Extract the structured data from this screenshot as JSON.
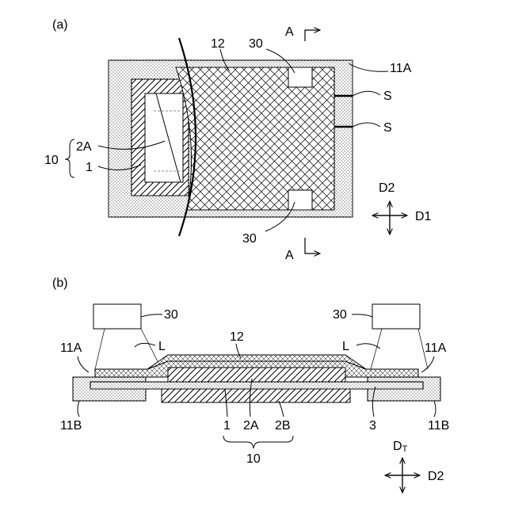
{
  "panel_a": {
    "label": "(a)",
    "section_mark_top": "A",
    "section_mark_bottom": "A",
    "label_12": "12",
    "label_30_top": "30",
    "label_30_bottom": "30",
    "label_11A": "11A",
    "label_S1": "S",
    "label_S2": "S",
    "label_10": "10",
    "label_2A": "2A",
    "label_1": "1",
    "dir_d2": "D2",
    "dir_d1": "D1"
  },
  "panel_b": {
    "label": "(b)",
    "label_30_left": "30",
    "label_30_right": "30",
    "label_12": "12",
    "label_L_left": "L",
    "label_L_right": "L",
    "label_11A_left": "11A",
    "label_11A_right": "11A",
    "label_11B_left": "11B",
    "label_11B_right": "11B",
    "label_1": "1",
    "label_2A": "2A",
    "label_2B": "2B",
    "label_3": "3",
    "label_10": "10",
    "dir_dt_main": "D",
    "dir_dt_sub": "T",
    "dir_d2": "D2"
  }
}
